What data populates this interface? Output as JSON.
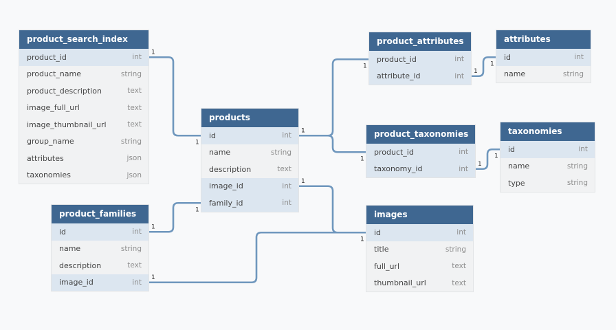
{
  "tables": [
    {
      "id": "product_search_index",
      "name": "product_search_index",
      "columns": [
        {
          "name": "product_id",
          "type": "int",
          "key": true
        },
        {
          "name": "product_name",
          "type": "string"
        },
        {
          "name": "product_description",
          "type": "text"
        },
        {
          "name": "image_full_url",
          "type": "text"
        },
        {
          "name": "image_thumbnail_url",
          "type": "text"
        },
        {
          "name": "group_name",
          "type": "string"
        },
        {
          "name": "attributes",
          "type": "json"
        },
        {
          "name": "taxonomies",
          "type": "json"
        }
      ]
    },
    {
      "id": "product_attributes",
      "name": "product_attributes",
      "columns": [
        {
          "name": "product_id",
          "type": "int",
          "key": true
        },
        {
          "name": "attribute_id",
          "type": "int",
          "key": true
        }
      ]
    },
    {
      "id": "attributes",
      "name": "attributes",
      "columns": [
        {
          "name": "id",
          "type": "int",
          "key": true
        },
        {
          "name": "name",
          "type": "string"
        }
      ]
    },
    {
      "id": "products",
      "name": "products",
      "columns": [
        {
          "name": "id",
          "type": "int",
          "key": true
        },
        {
          "name": "name",
          "type": "string"
        },
        {
          "name": "description",
          "type": "text"
        },
        {
          "name": "image_id",
          "type": "int",
          "key": true
        },
        {
          "name": "family_id",
          "type": "int",
          "key": true
        }
      ]
    },
    {
      "id": "product_taxonomies",
      "name": "product_taxonomies",
      "columns": [
        {
          "name": "product_id",
          "type": "int",
          "key": true
        },
        {
          "name": "taxonomy_id",
          "type": "int",
          "key": true
        }
      ]
    },
    {
      "id": "taxonomies",
      "name": "taxonomies",
      "columns": [
        {
          "name": "id",
          "type": "int",
          "key": true
        },
        {
          "name": "name",
          "type": "string"
        },
        {
          "name": "type",
          "type": "string"
        }
      ]
    },
    {
      "id": "product_families",
      "name": "product_families",
      "columns": [
        {
          "name": "id",
          "type": "int",
          "key": true
        },
        {
          "name": "name",
          "type": "string"
        },
        {
          "name": "description",
          "type": "text"
        },
        {
          "name": "image_id",
          "type": "int",
          "key": true
        }
      ]
    },
    {
      "id": "images",
      "name": "images",
      "columns": [
        {
          "name": "id",
          "type": "int",
          "key": true
        },
        {
          "name": "title",
          "type": "string"
        },
        {
          "name": "full_url",
          "type": "text"
        },
        {
          "name": "thumbnail_url",
          "type": "text"
        }
      ]
    }
  ],
  "relationships": [
    {
      "from": "product_search_index.product_id",
      "to": "products.id",
      "from_card": "1",
      "to_card": "1"
    },
    {
      "from": "products.id",
      "to": "product_attributes.product_id",
      "from_card": "1",
      "to_card": "1"
    },
    {
      "from": "products.id",
      "to": "product_taxonomies.product_id",
      "from_card": "1",
      "to_card": "1"
    },
    {
      "from": "product_attributes.attribute_id",
      "to": "attributes.id",
      "from_card": "1",
      "to_card": "1"
    },
    {
      "from": "product_taxonomies.taxonomy_id",
      "to": "taxonomies.id",
      "from_card": "1",
      "to_card": "1"
    },
    {
      "from": "products.image_id",
      "to": "images.id",
      "from_card": "1",
      "to_card": "1"
    },
    {
      "from": "products.family_id",
      "to": "product_families.id",
      "from_card": "1",
      "to_card": "1"
    },
    {
      "from": "product_families.image_id",
      "to": "images.id",
      "from_card": "1",
      "to_card": "1"
    }
  ],
  "colors": {
    "header": "#3f6791",
    "key_row": "#dce6f0",
    "row": "#f1f2f3",
    "connector": "#6f97bd",
    "background": "#f8f9fa"
  }
}
